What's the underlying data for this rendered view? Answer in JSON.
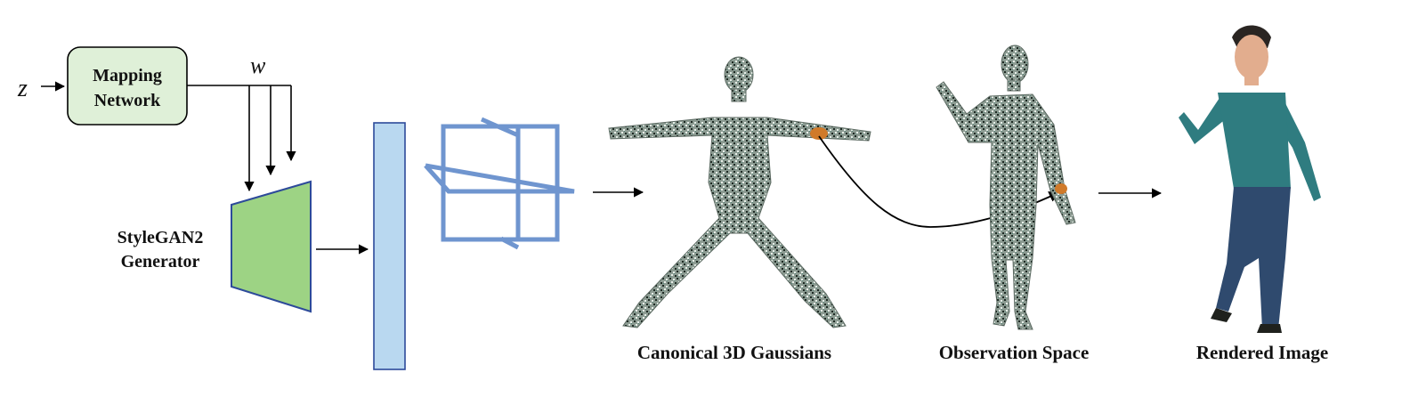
{
  "input_symbol": "z",
  "w_symbol": "w",
  "mapping_network": {
    "line1": "Mapping",
    "line2": "Network"
  },
  "generator": {
    "line1": "StyleGAN2",
    "line2": "Generator"
  },
  "captions": {
    "canonical": "Canonical 3D Gaussians",
    "observation": "Observation Space",
    "rendered": "Rendered Image"
  },
  "colors": {
    "mapping_fill": "#dff0d8",
    "generator_fill": "#9dd384",
    "generator_stroke": "#2d4a9a",
    "feature_bar_fill": "#b9d8f0",
    "feature_bar_stroke": "#2d4a9a",
    "triplane_stroke": "#6f95cf",
    "gaussian_body": "#8a9a8e",
    "highlight_patch": "#d07a2a",
    "shirt": "#2f7c80",
    "jeans": "#2f4a6e",
    "skin": "#e2ad8e",
    "hair": "#2a2522"
  }
}
